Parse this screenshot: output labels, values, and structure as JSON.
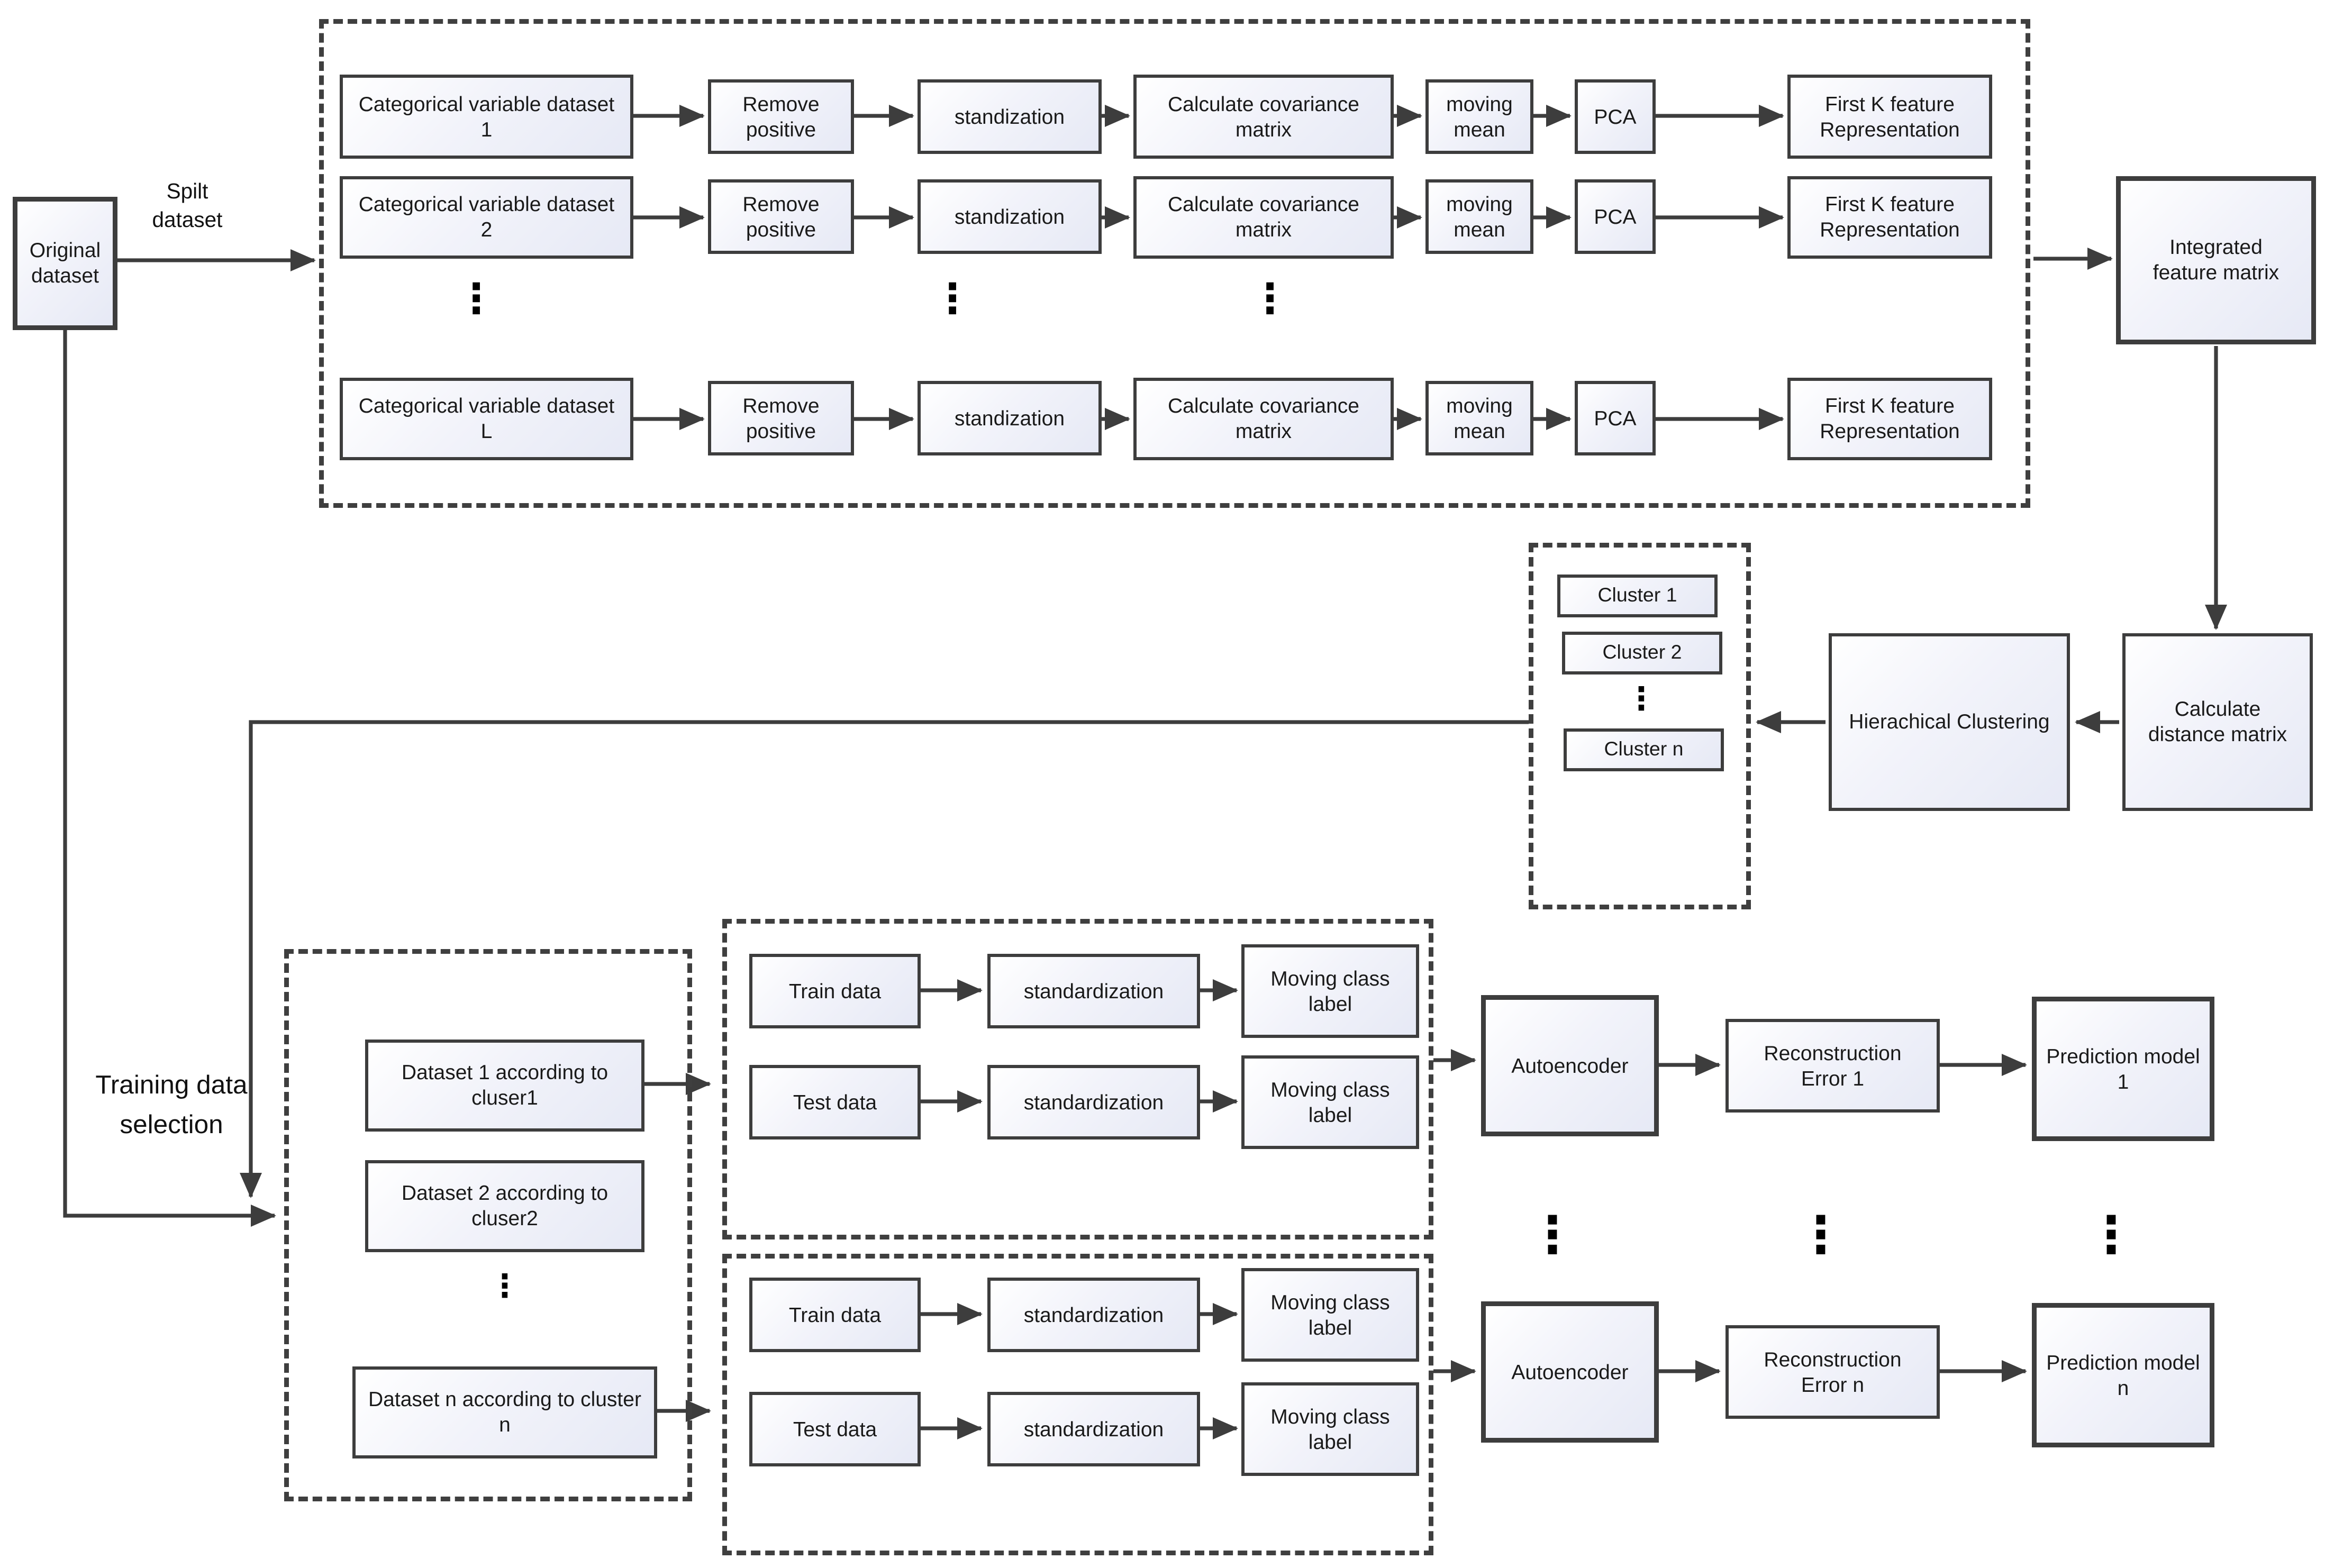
{
  "colors": {
    "line": "#3d3d3d",
    "box_border": "#3d3d3d",
    "box_fill_start": "#ffffff",
    "box_fill_end": "#e6e9f5",
    "text": "#1a1a1a"
  },
  "ellipsis": "⋮",
  "original_dataset": {
    "label": "Original dataset"
  },
  "split_arrow": {
    "label": "Spilt dataset"
  },
  "split_pipeline": {
    "rows": [
      {
        "dataset": "Categorical variable dataset 1",
        "remove": "Remove positive",
        "standardize": "standization",
        "covariance": "Calculate covariance matrix",
        "moving_mean": "moving mean",
        "pca": "PCA",
        "first_k": "First K feature Representation"
      },
      {
        "dataset": "Categorical variable dataset 2",
        "remove": "Remove positive",
        "standardize": "standization",
        "covariance": "Calculate covariance matrix",
        "moving_mean": "moving mean",
        "pca": "PCA",
        "first_k": "First K feature Representation"
      },
      {
        "dataset": "Categorical variable dataset L",
        "remove": "Remove positive",
        "standardize": "standization",
        "covariance": "Calculate covariance matrix",
        "moving_mean": "moving mean",
        "pca": "PCA",
        "first_k": "First K feature Representation"
      }
    ]
  },
  "integrated_feature_matrix": {
    "label": "Integrated feature matrix"
  },
  "calculate_distance_matrix": {
    "label": "Calculate distance matrix"
  },
  "hierarchical_clustering": {
    "label": "Hierachical Clustering"
  },
  "clusters": {
    "items": [
      "Cluster 1",
      "Cluster 2",
      "Cluster n"
    ]
  },
  "training_data_selection": {
    "label": "Training data selection"
  },
  "cluster_datasets": {
    "items": [
      "Dataset 1 according to cluser1",
      "Dataset 2 according to cluser2",
      "Dataset n according to cluster n"
    ]
  },
  "model_groups": [
    {
      "train": "Train data",
      "train_standardize": "standardization",
      "train_moving": "Moving class label",
      "test": "Test data",
      "test_standardize": "standardization",
      "test_moving": "Moving class label",
      "autoencoder": "Autoencoder",
      "reconstruction_error": "Reconstruction Error 1",
      "prediction_model": "Prediction model 1"
    },
    {
      "train": "Train data",
      "train_standardize": "standardization",
      "train_moving": "Moving class label",
      "test": "Test data",
      "test_standardize": "standardization",
      "test_moving": "Moving class label",
      "autoencoder": "Autoencoder",
      "reconstruction_error": "Reconstruction Error n",
      "prediction_model": "Prediction model n"
    }
  ]
}
